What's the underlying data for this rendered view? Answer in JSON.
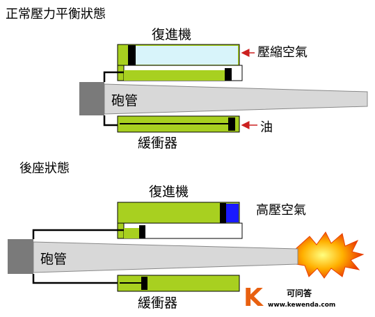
{
  "upper": {
    "title": "正常壓力平衡狀態",
    "recuperator": "復進機",
    "compressed_air": "壓縮空氣",
    "barrel": "砲管",
    "oil": "油",
    "buffer": "緩衝器"
  },
  "lower": {
    "title": "後座狀態",
    "recuperator": "復進機",
    "high_pressure_air": "高壓空氣",
    "barrel": "砲管",
    "buffer": "緩衝器"
  },
  "watermark": {
    "brand": "可问答",
    "url": "www.kewenda.com"
  },
  "colors": {
    "green": "#a8d020",
    "light_blue": "#d8f4fa",
    "barrel_gray": "#d8d8d8",
    "breech_gray": "#7a7a7a",
    "blue": "#1a1aff",
    "arrow_red": "#cc2020"
  }
}
